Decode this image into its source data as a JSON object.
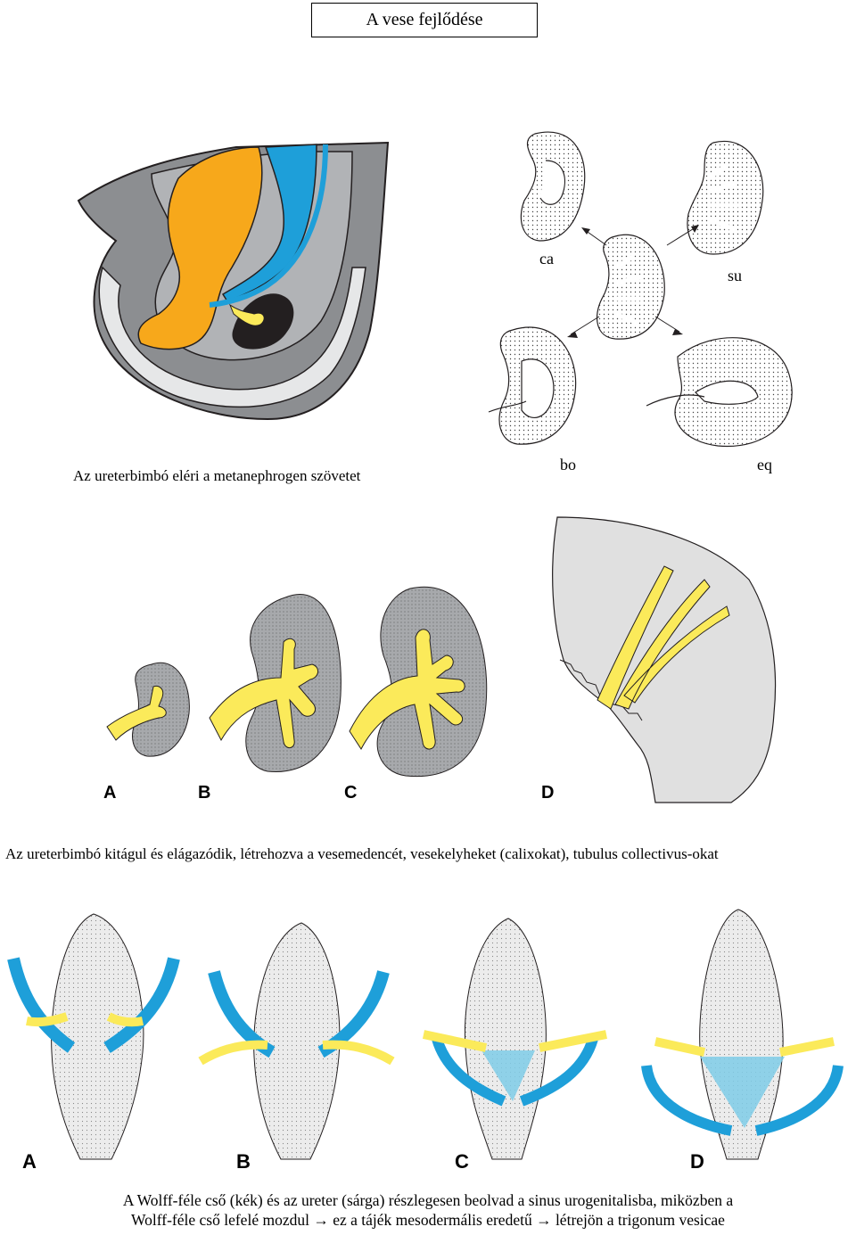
{
  "title": "A vese fejlődése",
  "captions": {
    "top_left": "Az ureterbimbó eléri a metanephrogen szövetet",
    "middle": "Az ureterbimbó kitágul és elágazódik, létrehozva a vesemedencét, vesekelyheket (calixokat), tubulus collectivus-okat",
    "bottom_line1": "A Wolff-féle cső (kék) és az ureter (sárga) részlegesen beolvad a sinus urogenitalisba, miközben a",
    "bottom_line2": "Wolff-féle cső lefelé mozdul → ez a tájék mesodermális eredetű → létrejön a trigonum vesicae"
  },
  "kidney_types": [
    "ca",
    "su",
    "bo",
    "eq"
  ],
  "panel_labels_mid": [
    "A",
    "B",
    "C",
    "D"
  ],
  "panel_labels_bottom": [
    "A",
    "B",
    "C",
    "D"
  ],
  "colors": {
    "orange": "#f7a81b",
    "blue": "#1e9fd9",
    "yellow": "#fbea5a",
    "gray": "#a7a9ac",
    "dark": "#231f20",
    "lightgray": "#d9d9d9"
  }
}
